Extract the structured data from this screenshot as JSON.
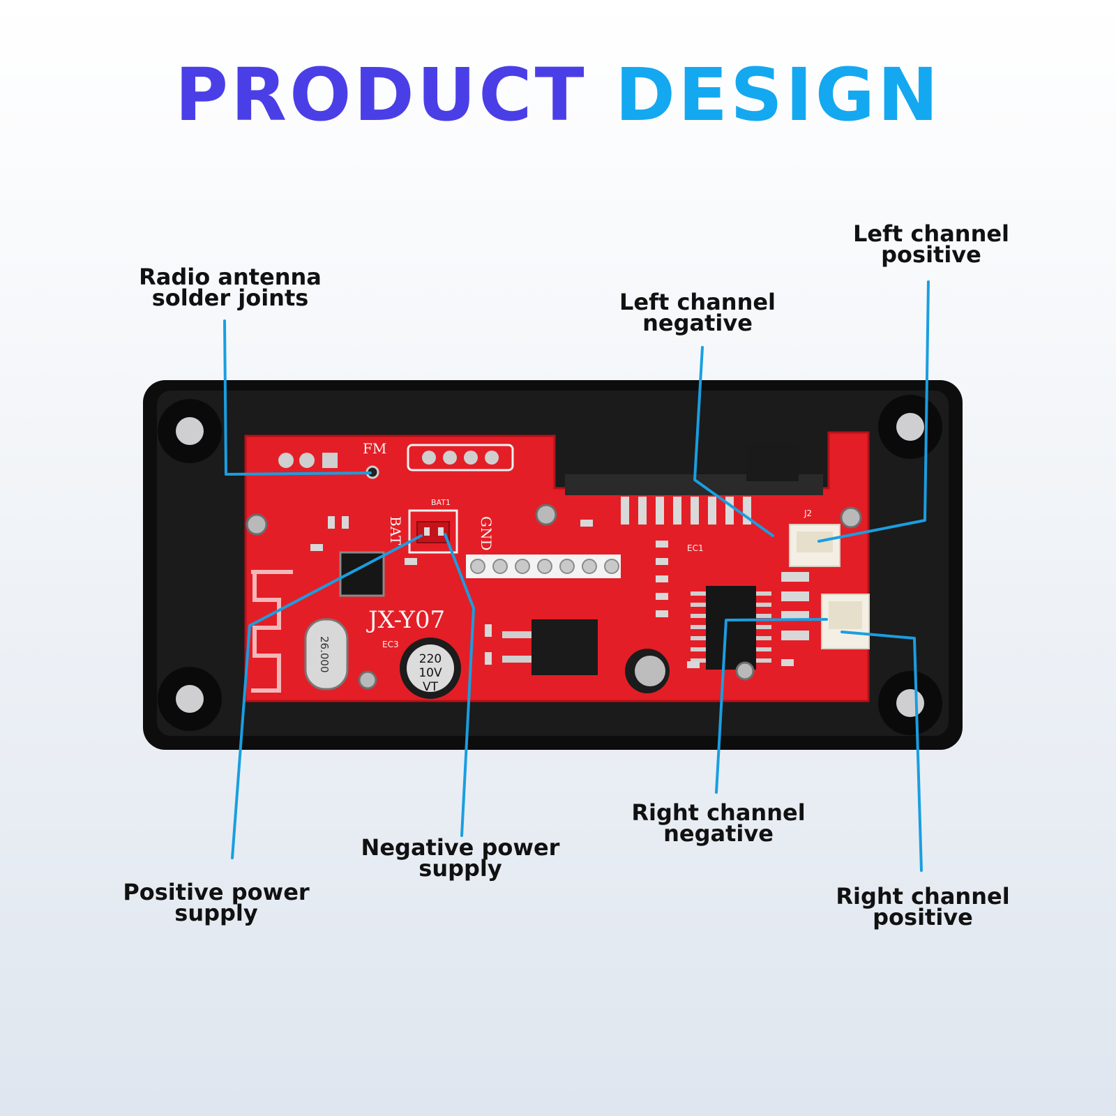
{
  "title": {
    "word1": "PRODUCT",
    "word2": "DESIGN"
  },
  "colors": {
    "title_left": "#4a3fe6",
    "title_right": "#14a8f0",
    "leader": "#1a9ee0",
    "pcb": "#e41e26",
    "case": "#0d0d0d",
    "label_text": "#111111"
  },
  "labels": {
    "radio_antenna": {
      "line1": "Radio antenna",
      "line2": "solder joints"
    },
    "left_negative": {
      "line1": "Left channel",
      "line2": "negative"
    },
    "left_positive": {
      "line1": "Left channel",
      "line2": "positive"
    },
    "positive_power": {
      "line1": "Positive power",
      "line2": "supply"
    },
    "negative_power": {
      "line1": "Negative power",
      "line2": "supply"
    },
    "right_negative": {
      "line1": "Right channel",
      "line2": "negative"
    },
    "right_positive": {
      "line1": "Right channel",
      "line2": "positive"
    }
  },
  "board_markings": {
    "model": "JX-Y07",
    "fm": "FM",
    "gnd": "GND",
    "bat": "BAT",
    "bat1": "BAT1",
    "j2": "J2",
    "ec1": "EC1",
    "ec3": "EC3",
    "crystal": "26.000",
    "cap_line1": "220",
    "cap_line2": "10V",
    "cap_line3": "VT"
  }
}
